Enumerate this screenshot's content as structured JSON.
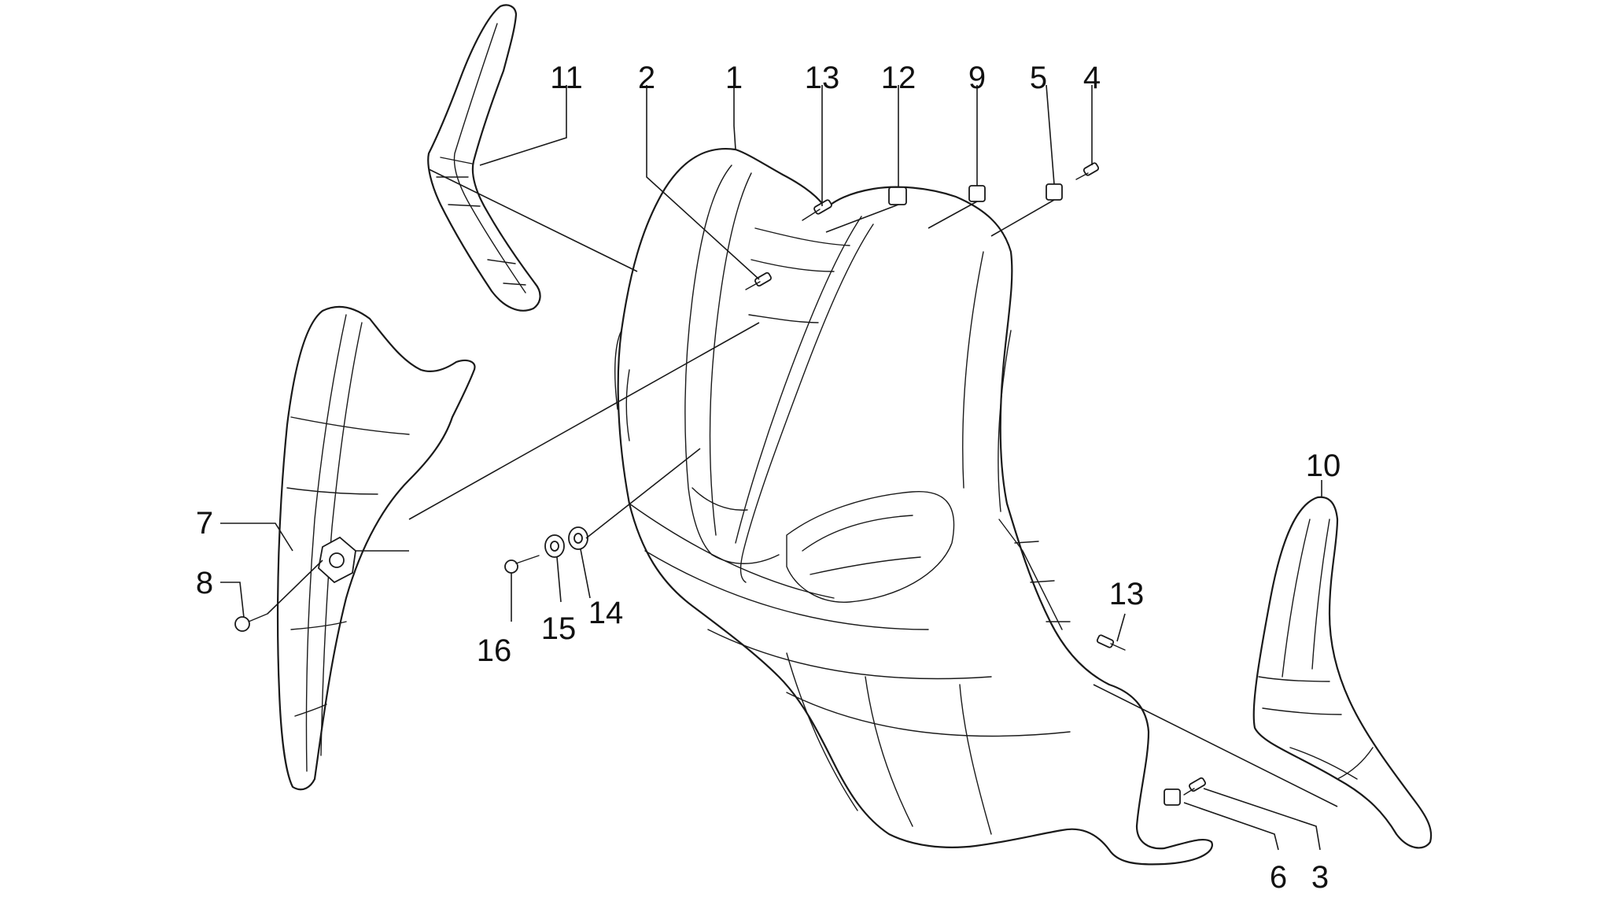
{
  "callouts": [
    {
      "id": "c11",
      "label": "11"
    },
    {
      "id": "c2",
      "label": "2"
    },
    {
      "id": "c1",
      "label": "1"
    },
    {
      "id": "c13a",
      "label": "13"
    },
    {
      "id": "c12",
      "label": "12"
    },
    {
      "id": "c9",
      "label": "9"
    },
    {
      "id": "c5",
      "label": "5"
    },
    {
      "id": "c4",
      "label": "4"
    },
    {
      "id": "c10",
      "label": "10"
    },
    {
      "id": "c7",
      "label": "7"
    },
    {
      "id": "c8",
      "label": "8"
    },
    {
      "id": "c16",
      "label": "16"
    },
    {
      "id": "c15",
      "label": "15"
    },
    {
      "id": "c14",
      "label": "14"
    },
    {
      "id": "c13b",
      "label": "13"
    },
    {
      "id": "c6",
      "label": "6"
    },
    {
      "id": "c3",
      "label": "3"
    }
  ]
}
